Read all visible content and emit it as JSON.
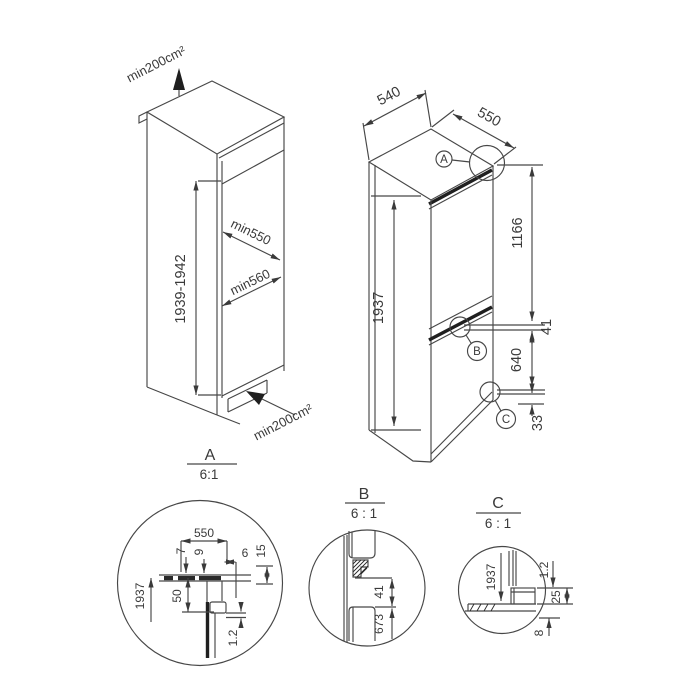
{
  "niche": {
    "vent_top_label": "min200cm²",
    "vent_bottom_label": "min200cm²",
    "height_range": "1939-1942",
    "min_depth_upper": "min550",
    "min_depth_lower": "min560"
  },
  "appliance": {
    "depth": "540",
    "width": "550",
    "height": "1937",
    "upper_section": "1166",
    "gap": "41",
    "lower_section": "640",
    "bottom_clearance": "33",
    "callout_a": "A",
    "callout_b": "B",
    "callout_c": "C"
  },
  "details": {
    "a": {
      "letter": "A",
      "scale": "6:1",
      "width": "550",
      "offset_7": "7",
      "offset_9": "9",
      "offset_6": "6",
      "offset_15": "15",
      "height": "1937",
      "offset_50": "50",
      "gap_1_2": "1.2"
    },
    "b": {
      "letter": "B",
      "scale": "6 : 1",
      "gap": "41",
      "door_height": "673"
    },
    "c": {
      "letter": "C",
      "scale": "6 : 1",
      "height": "1937",
      "gap_1_2": "1.2",
      "offset_25": "25",
      "offset_8": "8"
    }
  }
}
